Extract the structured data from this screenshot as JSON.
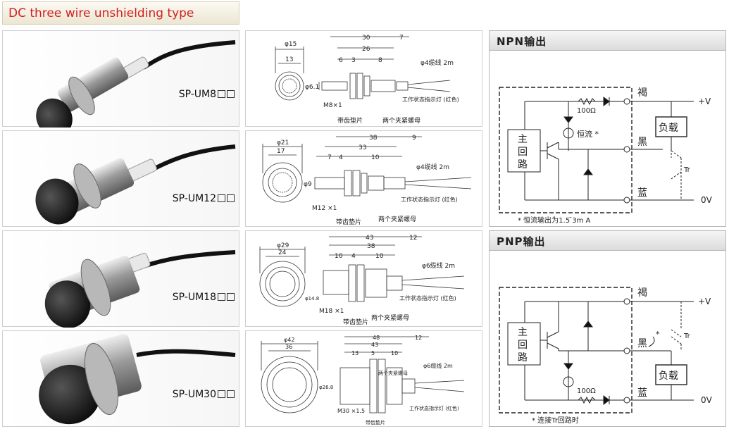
{
  "title": "DC three wire unshielding type",
  "products": [
    {
      "model": "SP-UM8",
      "size": "small"
    },
    {
      "model": "SP-UM12",
      "size": "medium"
    },
    {
      "model": "SP-UM18",
      "size": "large"
    },
    {
      "model": "SP-UM30",
      "size": "xlarge"
    }
  ],
  "common_labels": {
    "cable_prefix": "φ",
    "cable_suffix": "缆线 2m",
    "indicator": "工作状态指示灯 (红色)",
    "toothed_washer": "带齿垫片",
    "two_nuts": "两个夹紧螺母"
  },
  "dims": [
    {
      "outer": "φ15",
      "flat": "13",
      "total": "30",
      "tail": "7",
      "body": "26",
      "d1": "6",
      "d2": "3",
      "d3": "8",
      "thread": "M8×1",
      "cable": "4",
      "side": "φ6.1"
    },
    {
      "outer": "φ21",
      "flat": "17",
      "total": "38",
      "tail": "9",
      "body": "33",
      "d1": "7",
      "d2": "4",
      "d3": "10",
      "thread": "M12 ×1",
      "cable": "4",
      "side": "φ9"
    },
    {
      "outer": "φ29",
      "flat": "24",
      "total": "43",
      "tail": "12",
      "body": "38",
      "d1": "10",
      "d2": "4",
      "d3": "10",
      "thread": "M18 ×1",
      "cable": "6",
      "side": "φ14.8"
    },
    {
      "outer": "φ42",
      "flat": "36",
      "total": "48",
      "tail": "12",
      "body": "43",
      "d1": "13",
      "d2": "5",
      "d3": "10",
      "thread": "M30 ×1.5",
      "cable": "6",
      "side": "φ26.8"
    }
  ],
  "npn": {
    "header": "NPN输出",
    "main_circuit": [
      "主",
      "回",
      "路"
    ],
    "brown": "褐",
    "black": "黑",
    "blue": "蓝",
    "vplus": "+V",
    "zero": "0V",
    "load": "负载",
    "resistor": "100Ω",
    "constant": "恒流 *",
    "tr": "Tr",
    "note": "* 恒流输出为1.5 ̄3m A"
  },
  "pnp": {
    "header": "PNP输出",
    "main_circuit": [
      "主",
      "回",
      "路"
    ],
    "brown": "褐",
    "black": "黑",
    "blue": "蓝",
    "vplus": "+V",
    "zero": "0V",
    "load": "负载",
    "resistor": "100Ω",
    "star": "*",
    "tr": "Tr",
    "note": "* 连接Tr回路时"
  },
  "colors": {
    "title_red": "#d42020",
    "diode_fill": "#111111"
  }
}
